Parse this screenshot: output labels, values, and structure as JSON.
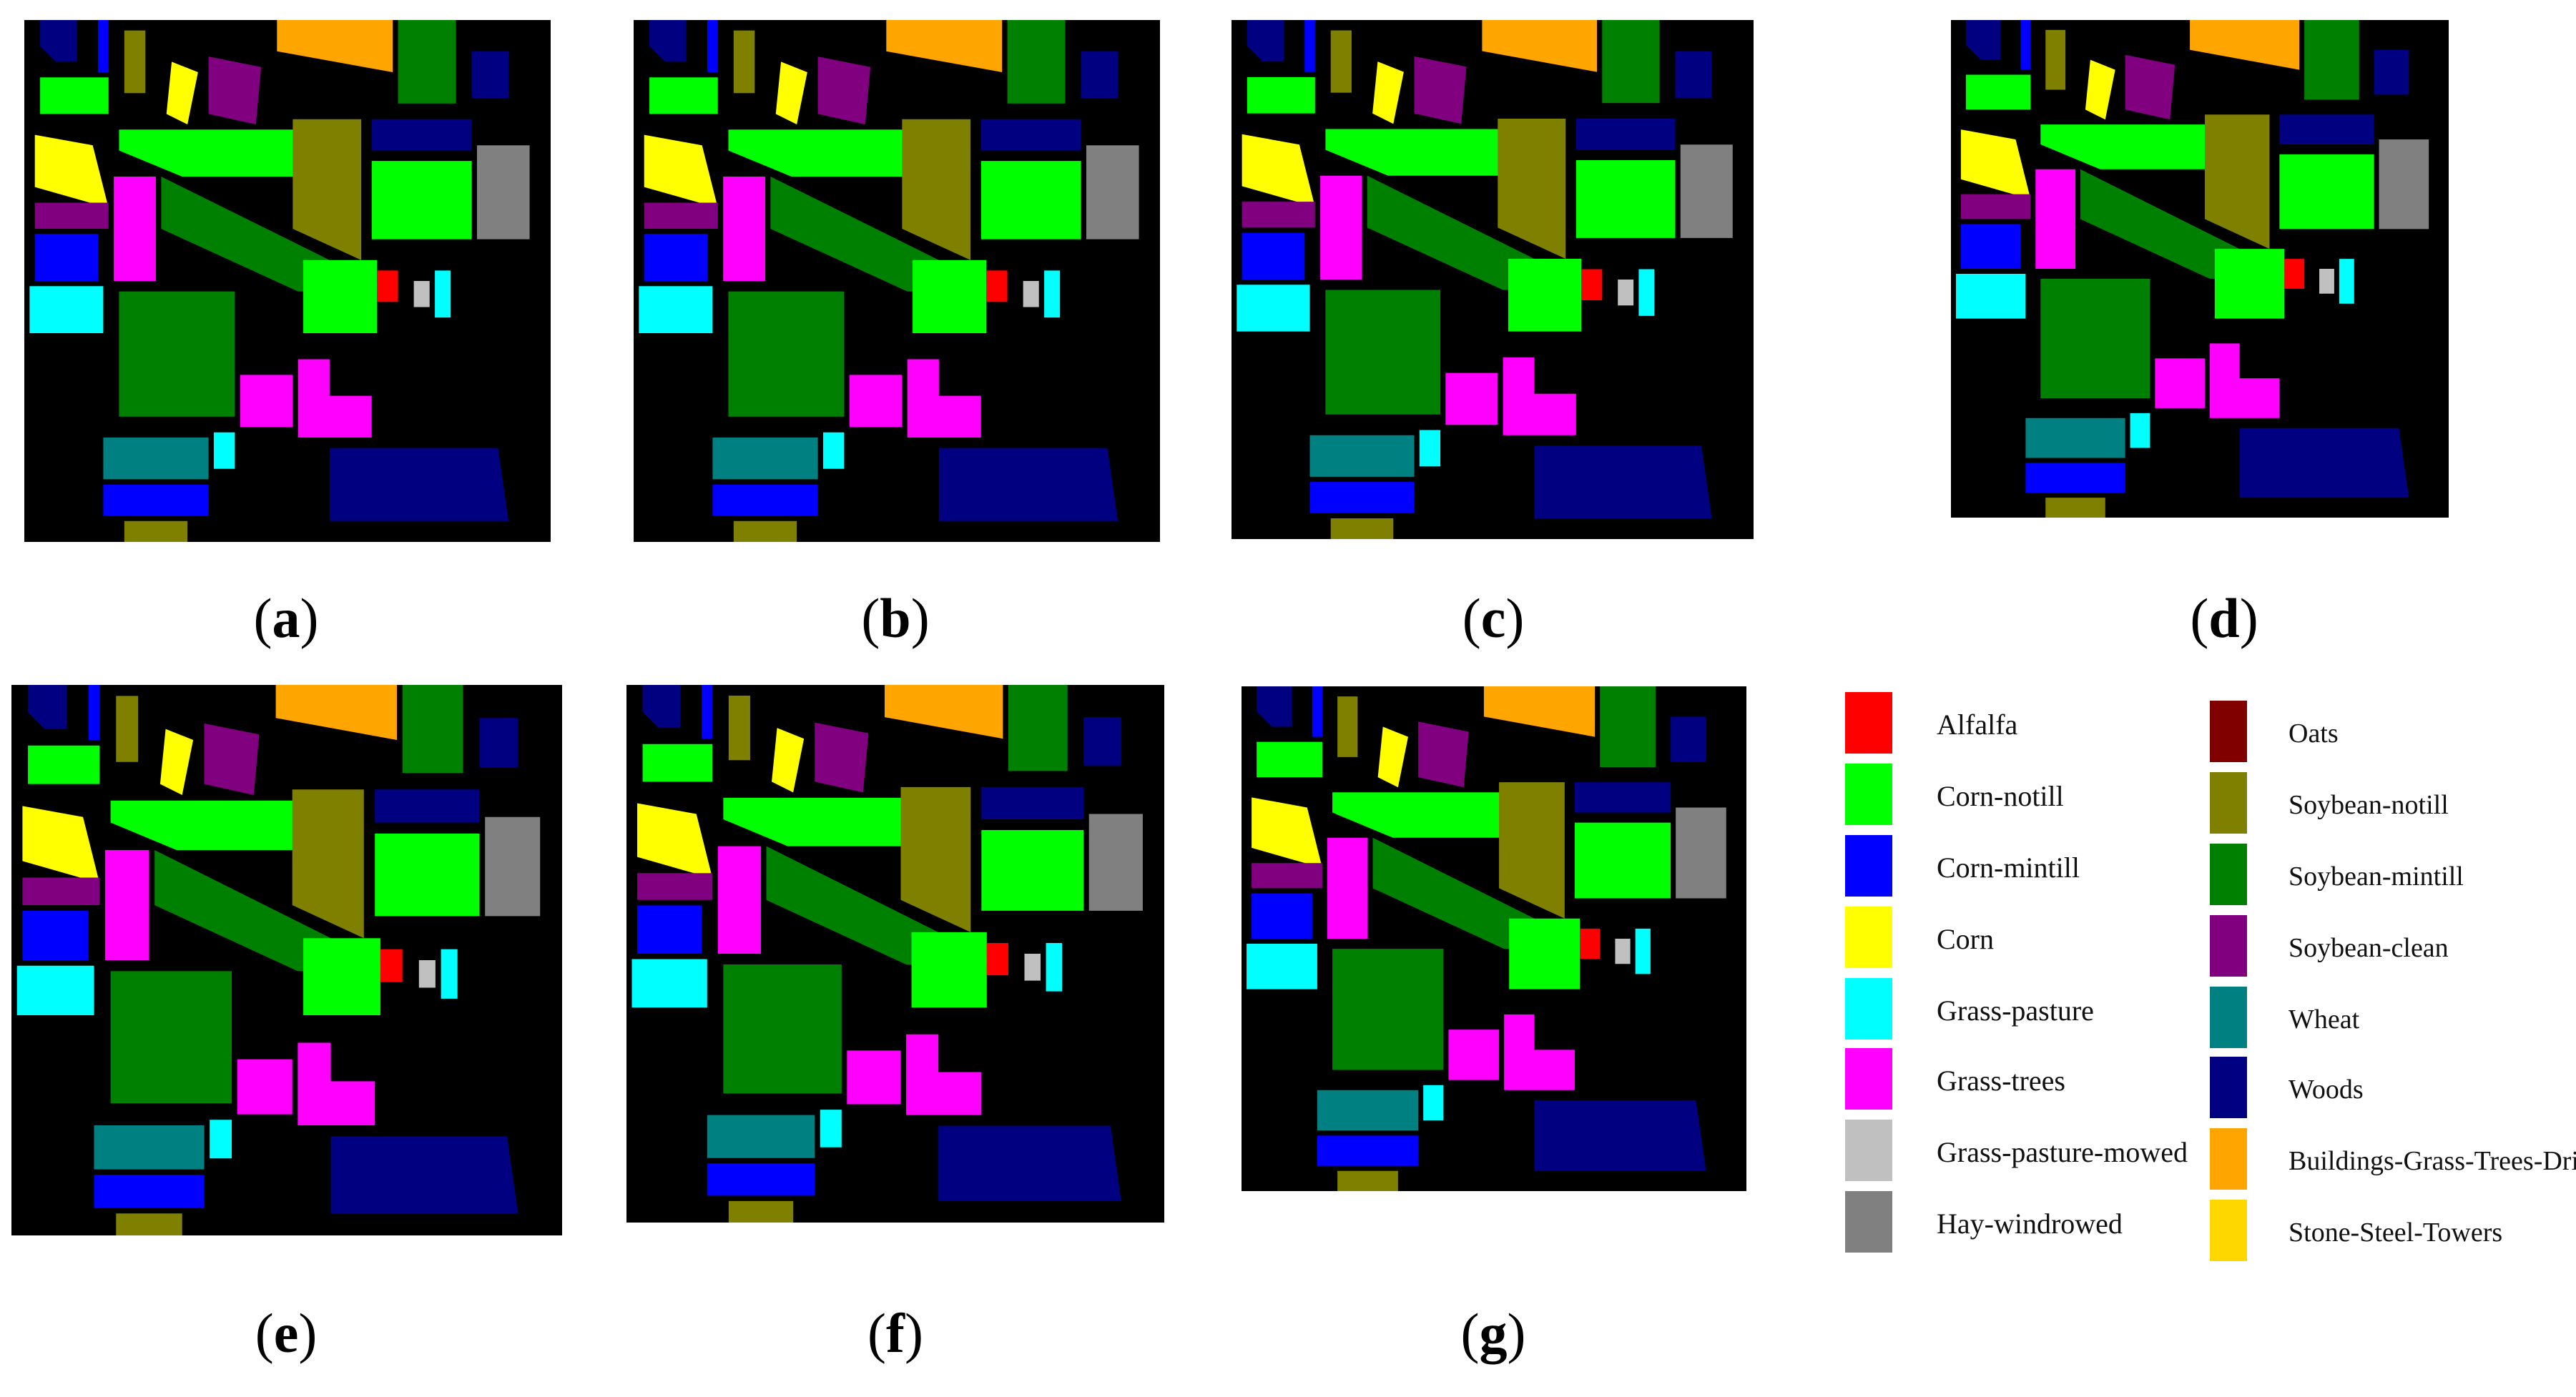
{
  "panels": [
    {
      "id": "a",
      "caption_paren_open": "(",
      "caption_letter": "a",
      "caption_paren_close": ")"
    },
    {
      "id": "b",
      "caption_paren_open": "(",
      "caption_letter": "b",
      "caption_paren_close": ")"
    },
    {
      "id": "c",
      "caption_paren_open": "(",
      "caption_letter": "c",
      "caption_paren_close": ")"
    },
    {
      "id": "d",
      "caption_paren_open": "(",
      "caption_letter": "d",
      "caption_paren_close": ")"
    },
    {
      "id": "e",
      "caption_paren_open": "(",
      "caption_letter": "e",
      "caption_paren_close": ")"
    },
    {
      "id": "f",
      "caption_paren_open": "(",
      "caption_letter": "f",
      "caption_paren_close": ")"
    },
    {
      "id": "g",
      "caption_paren_open": "(",
      "caption_letter": "g",
      "caption_paren_close": ")"
    }
  ],
  "legend": [
    {
      "label": "Alfalfa",
      "color": "#ff0000"
    },
    {
      "label": "Corn-notill",
      "color": "#00ff00"
    },
    {
      "label": "Corn-mintill",
      "color": "#0000ff"
    },
    {
      "label": "Corn",
      "color": "#ffff00"
    },
    {
      "label": "Grass-pasture",
      "color": "#00ffff"
    },
    {
      "label": "Grass-trees",
      "color": "#ff00ff"
    },
    {
      "label": "Grass-pasture-mowed",
      "color": "#c0c0c0"
    },
    {
      "label": "Hay-windrowed",
      "color": "#808080"
    },
    {
      "label": "Oats",
      "color": "#800000"
    },
    {
      "label": "Soybean-notill",
      "color": "#808000"
    },
    {
      "label": "Soybean-mintill",
      "color": "#008000"
    },
    {
      "label": "Soybean-clean",
      "color": "#800080"
    },
    {
      "label": "Wheat",
      "color": "#008080"
    },
    {
      "label": "Woods",
      "color": "#000080"
    },
    {
      "label": "Buildings-Grass-Trees-Drives",
      "color": "#ffa500"
    },
    {
      "label": "Stone-Steel-Towers",
      "color": "#ffd700"
    }
  ]
}
